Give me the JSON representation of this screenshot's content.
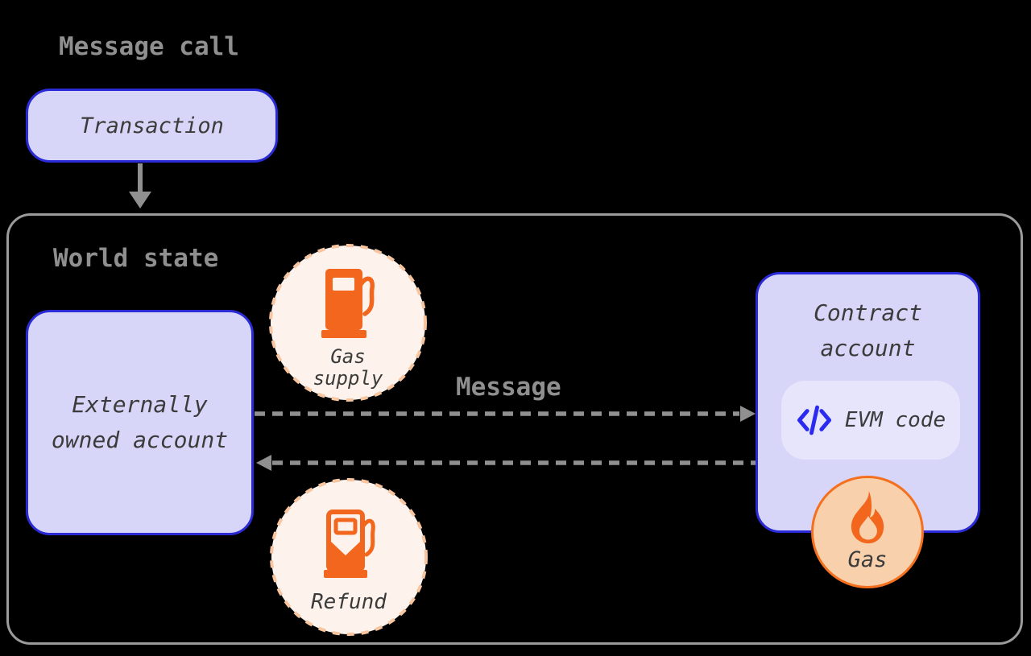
{
  "title": {
    "label": "Message call"
  },
  "transaction": {
    "label": "Transaction"
  },
  "world_state": {
    "label": "World state"
  },
  "eoa": {
    "lines": [
      "Externally",
      "owned account"
    ]
  },
  "gas_supply": {
    "lines": [
      "Gas",
      "supply"
    ],
    "icon": "fuel-pump-icon"
  },
  "message": {
    "label": "Message"
  },
  "contract_account": {
    "lines": [
      "Contract",
      "account"
    ]
  },
  "evm_code": {
    "label": "EVM code",
    "icon": "code-icon"
  },
  "gas": {
    "label": "Gas",
    "icon": "flame-icon"
  },
  "refund": {
    "label": "Refund",
    "icon": "fuel-pump-outline-icon"
  },
  "colors": {
    "background": "#000000",
    "node_fill": "#d8d6f8",
    "node_border": "#2b2ad7",
    "pill_fill": "#e7e5fc",
    "code_icon_blue": "#2a2af0",
    "orange": "#f2671d",
    "gas_circle_fill": "#f8d0ab",
    "gas_circle_border": "#f4701f",
    "cream_circle_fill": "#fdf3ec",
    "dashed_circle_border": "#f7c5a0",
    "heading_gray": "#8f8f8f",
    "container_border_gray": "#9b9b9b",
    "arrow_gray": "#909090",
    "dark_text": "#3b3b3b"
  }
}
